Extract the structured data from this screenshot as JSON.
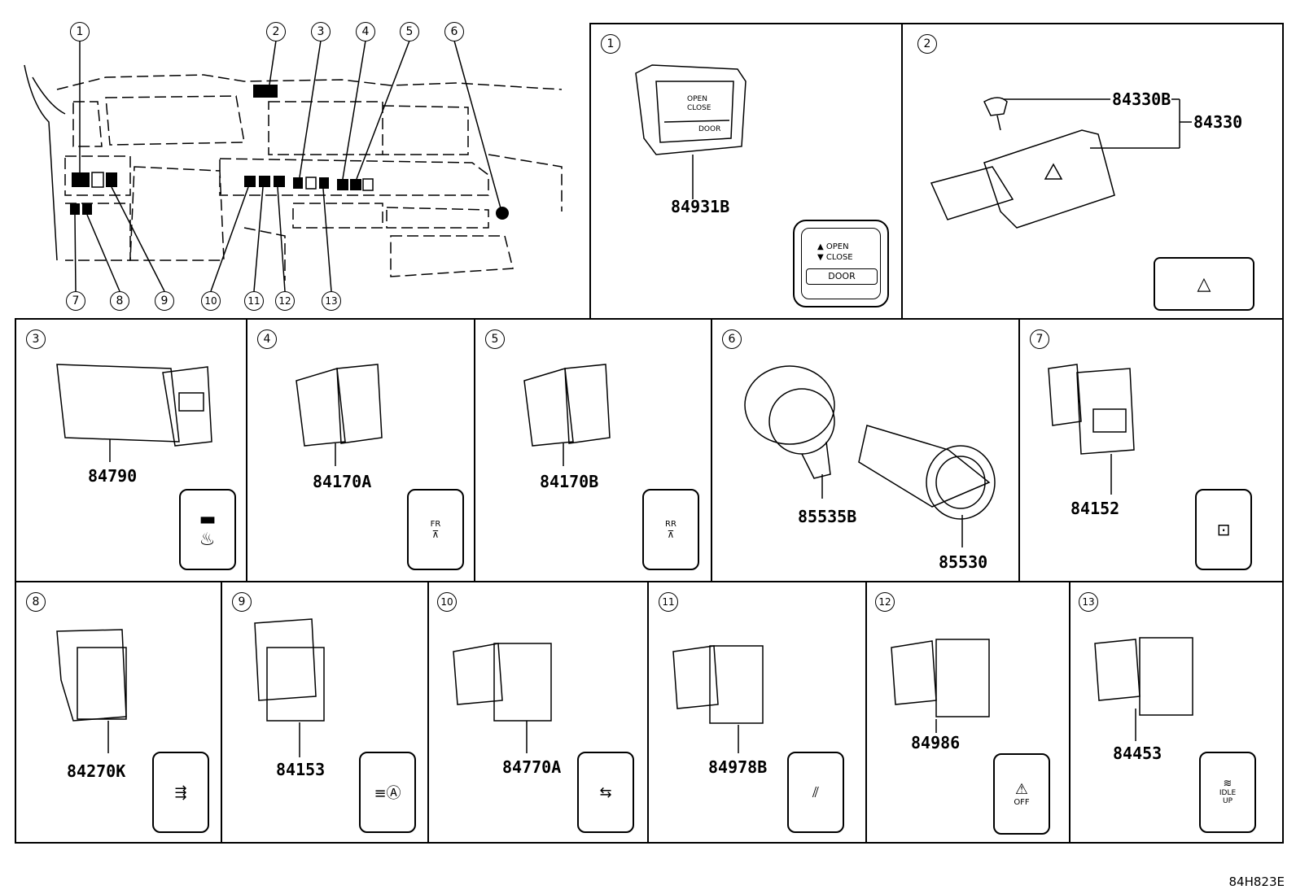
{
  "overview": {
    "callouts": [
      "1",
      "2",
      "3",
      "4",
      "5",
      "6",
      "7",
      "8",
      "9",
      "10",
      "11",
      "12",
      "13"
    ]
  },
  "panels": {
    "p1": {
      "num": "1",
      "part": "84931B",
      "label_open": "OPEN",
      "label_close": "CLOSE",
      "label_door": "DOOR"
    },
    "p2": {
      "num": "2",
      "part_a": "84330B",
      "part_b": "84330"
    },
    "p3": {
      "num": "3",
      "part": "84790"
    },
    "p4": {
      "num": "4",
      "part": "84170A",
      "icon_text": "FR"
    },
    "p5": {
      "num": "5",
      "part": "84170B",
      "icon_text": "RR"
    },
    "p6": {
      "num": "6",
      "part_a": "85535B",
      "part_b": "85530"
    },
    "p7": {
      "num": "7",
      "part": "84152"
    },
    "p8": {
      "num": "8",
      "part": "84270K"
    },
    "p9": {
      "num": "9",
      "part": "84153"
    },
    "p10": {
      "num": "10",
      "part": "84770A"
    },
    "p11": {
      "num": "11",
      "part": "84978B"
    },
    "p12": {
      "num": "12",
      "part": "84986",
      "icon_text": "OFF"
    },
    "p13": {
      "num": "13",
      "part": "84453",
      "icon_text_a": "IDLE",
      "icon_text_b": "UP"
    }
  },
  "footer": {
    "code": "84H823E"
  }
}
